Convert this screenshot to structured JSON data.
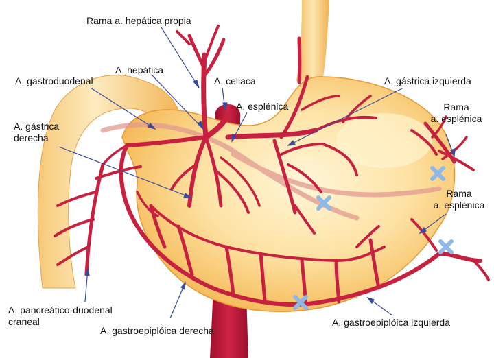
{
  "diagram": {
    "labels": {
      "rama_hepatica_propia": "Rama a. hepática propia",
      "hepatica": "A. hepática",
      "celiaca": "A. celiaca",
      "esplenica": "A. esplénica",
      "gastroduodenal": "A. gastroduodenal",
      "gastrica_izquierda": "A. gástrica izquierda",
      "gastrica_derecha_1": "A. gástrica",
      "gastrica_derecha_2": "derecha",
      "rama_esplenica_top_1": "Rama",
      "rama_esplenica_top_2": "a. esplénica",
      "rama_esplenica_mid_1": "Rama",
      "rama_esplenica_mid_2": "a. esplénica",
      "pancreatico_1": "A. pancreático-duodenal",
      "pancreatico_2": "craneal",
      "gastroepiploica_derecha": "A. gastroepiplóica derecha",
      "gastroepiploica_izquierda": "A. gastroepiplóica izquierda"
    },
    "colors": {
      "artery": "#c8203f",
      "aorta": "#b81435",
      "stomach_light": "#fde9b8",
      "stomach_dark": "#eea23a",
      "pointer": "#3a4a9a",
      "ligature": "#8fb8e8"
    },
    "ligature_marks": 4
  }
}
